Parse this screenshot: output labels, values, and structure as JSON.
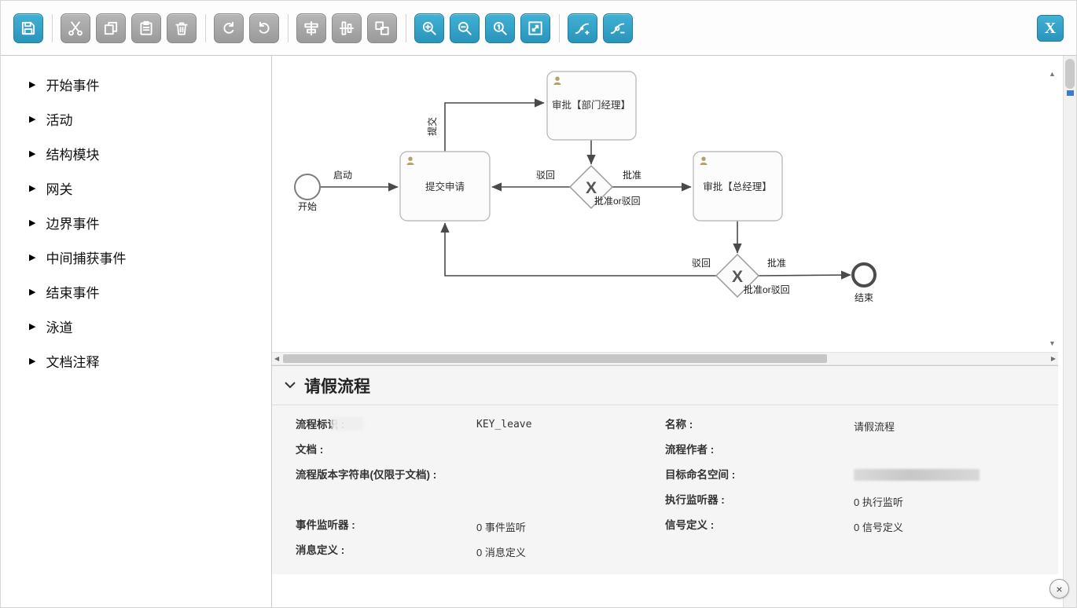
{
  "toolbar": {
    "buttons": [
      {
        "id": "save",
        "icon": "floppy-icon",
        "enabled": true
      },
      {
        "id": "cut",
        "icon": "scissors-icon",
        "enabled": false
      },
      {
        "id": "copy",
        "icon": "copy-icon",
        "enabled": false
      },
      {
        "id": "paste",
        "icon": "paste-icon",
        "enabled": false
      },
      {
        "id": "delete",
        "icon": "trash-icon",
        "enabled": false
      },
      {
        "id": "redo",
        "icon": "redo-arrow-icon",
        "enabled": false
      },
      {
        "id": "undo",
        "icon": "undo-arrow-icon",
        "enabled": false
      },
      {
        "id": "align-horizontal",
        "icon": "align-horizontal-icon",
        "enabled": false
      },
      {
        "id": "align-vertical",
        "icon": "align-vertical-icon",
        "enabled": false
      },
      {
        "id": "same-size",
        "icon": "same-size-icon",
        "enabled": false
      },
      {
        "id": "zoom-in",
        "icon": "zoom-in-icon",
        "enabled": true
      },
      {
        "id": "zoom-out",
        "icon": "zoom-out-icon",
        "enabled": true
      },
      {
        "id": "zoom-actual",
        "icon": "zoom-actual-icon",
        "enabled": true
      },
      {
        "id": "zoom-fit",
        "icon": "zoom-fit-icon",
        "enabled": true
      },
      {
        "id": "add-bendpoint",
        "icon": "add-bendpoint-icon",
        "enabled": true
      },
      {
        "id": "remove-bendpoint",
        "icon": "remove-bendpoint-icon",
        "enabled": true
      }
    ],
    "close_label": "X"
  },
  "palette": {
    "items": [
      {
        "label": "开始事件"
      },
      {
        "label": "活动"
      },
      {
        "label": "结构模块"
      },
      {
        "label": "网关"
      },
      {
        "label": "边界事件"
      },
      {
        "label": "中间捕获事件"
      },
      {
        "label": "结束事件"
      },
      {
        "label": "泳道"
      },
      {
        "label": "文档注释"
      }
    ]
  },
  "diagram": {
    "start_event": {
      "label": "开始"
    },
    "end_event": {
      "label": "结束"
    },
    "tasks": {
      "submit": {
        "label": "提交申请"
      },
      "dept_manager": {
        "label": "审批【部门经理】"
      },
      "general_manager": {
        "label": "审批【总经理】"
      }
    },
    "gateways": {
      "g1": {
        "symbol": "X",
        "label": "批准or驳回"
      },
      "g2": {
        "symbol": "X",
        "label": "批准or驳回"
      }
    },
    "flows": {
      "start_to_submit": "启动",
      "submit_to_dept": "提交",
      "g1_reject": "驳回",
      "g1_approve": "批准",
      "g2_reject": "驳回",
      "g2_approve": "批准"
    }
  },
  "properties": {
    "title": "请假流程",
    "left": [
      {
        "label": "流程标识 :",
        "value": "KEY_leave"
      },
      {
        "label": "文档 :",
        "value": ""
      },
      {
        "label": "流程版本字符串(仅限于文档) :",
        "value": ""
      },
      {
        "label": "事件监听器 :",
        "value": "0 事件监听"
      },
      {
        "label": "消息定义 :",
        "value": "0 消息定义"
      }
    ],
    "right": [
      {
        "label": "名称 :",
        "value": "请假流程"
      },
      {
        "label": "流程作者 :",
        "value": ""
      },
      {
        "label": "目标命名空间 :",
        "value": ""
      },
      {
        "label": "执行监听器 :",
        "value": "0 执行监听"
      },
      {
        "label": "信号定义 :",
        "value": "0 信号定义"
      }
    ]
  },
  "window": {
    "close_symbol": "×"
  },
  "colors": {
    "accent": "#2f9dc3",
    "disabled": "#a0a0a0"
  }
}
